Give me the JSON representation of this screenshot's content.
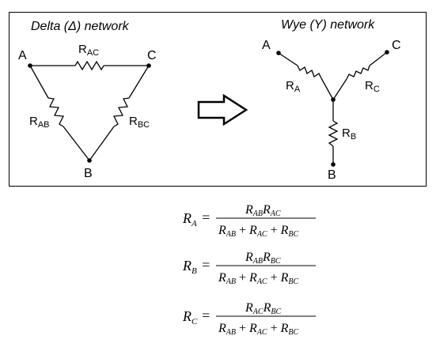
{
  "delta": {
    "title": "Delta (Δ) network",
    "nodes": {
      "a": "A",
      "b": "B",
      "c": "C"
    },
    "resistors": {
      "ac": "R",
      "ac_sub": "AC",
      "ab": "R",
      "ab_sub": "AB",
      "bc": "R",
      "bc_sub": "BC"
    }
  },
  "wye": {
    "title": "Wye (Y) network",
    "nodes": {
      "a": "A",
      "b": "B",
      "c": "C"
    },
    "resistors": {
      "a": "R",
      "a_sub": "A",
      "b": "R",
      "b_sub": "B",
      "c": "R",
      "c_sub": "C"
    }
  },
  "equations": [
    {
      "lhs": "R",
      "lhs_sub": "A",
      "eq": "=",
      "num": [
        {
          "r": "R",
          "s": "AB"
        },
        {
          "r": "R",
          "s": "AC"
        }
      ],
      "den": [
        {
          "r": "R",
          "s": "AB"
        },
        {
          "op": "+"
        },
        {
          "r": "R",
          "s": "AC"
        },
        {
          "op": "+"
        },
        {
          "r": "R",
          "s": "BC"
        }
      ]
    },
    {
      "lhs": "R",
      "lhs_sub": "B",
      "eq": "=",
      "num": [
        {
          "r": "R",
          "s": "AB"
        },
        {
          "r": "R",
          "s": "BC"
        }
      ],
      "den": [
        {
          "r": "R",
          "s": "AB"
        },
        {
          "op": "+"
        },
        {
          "r": "R",
          "s": "AC"
        },
        {
          "op": "+"
        },
        {
          "r": "R",
          "s": "BC"
        }
      ]
    },
    {
      "lhs": "R",
      "lhs_sub": "C",
      "eq": "=",
      "num": [
        {
          "r": "R",
          "s": "AC"
        },
        {
          "r": "R",
          "s": "BC"
        }
      ],
      "den": [
        {
          "r": "R",
          "s": "AB"
        },
        {
          "op": "+"
        },
        {
          "r": "R",
          "s": "AC"
        },
        {
          "op": "+"
        },
        {
          "r": "R",
          "s": "BC"
        }
      ]
    }
  ]
}
